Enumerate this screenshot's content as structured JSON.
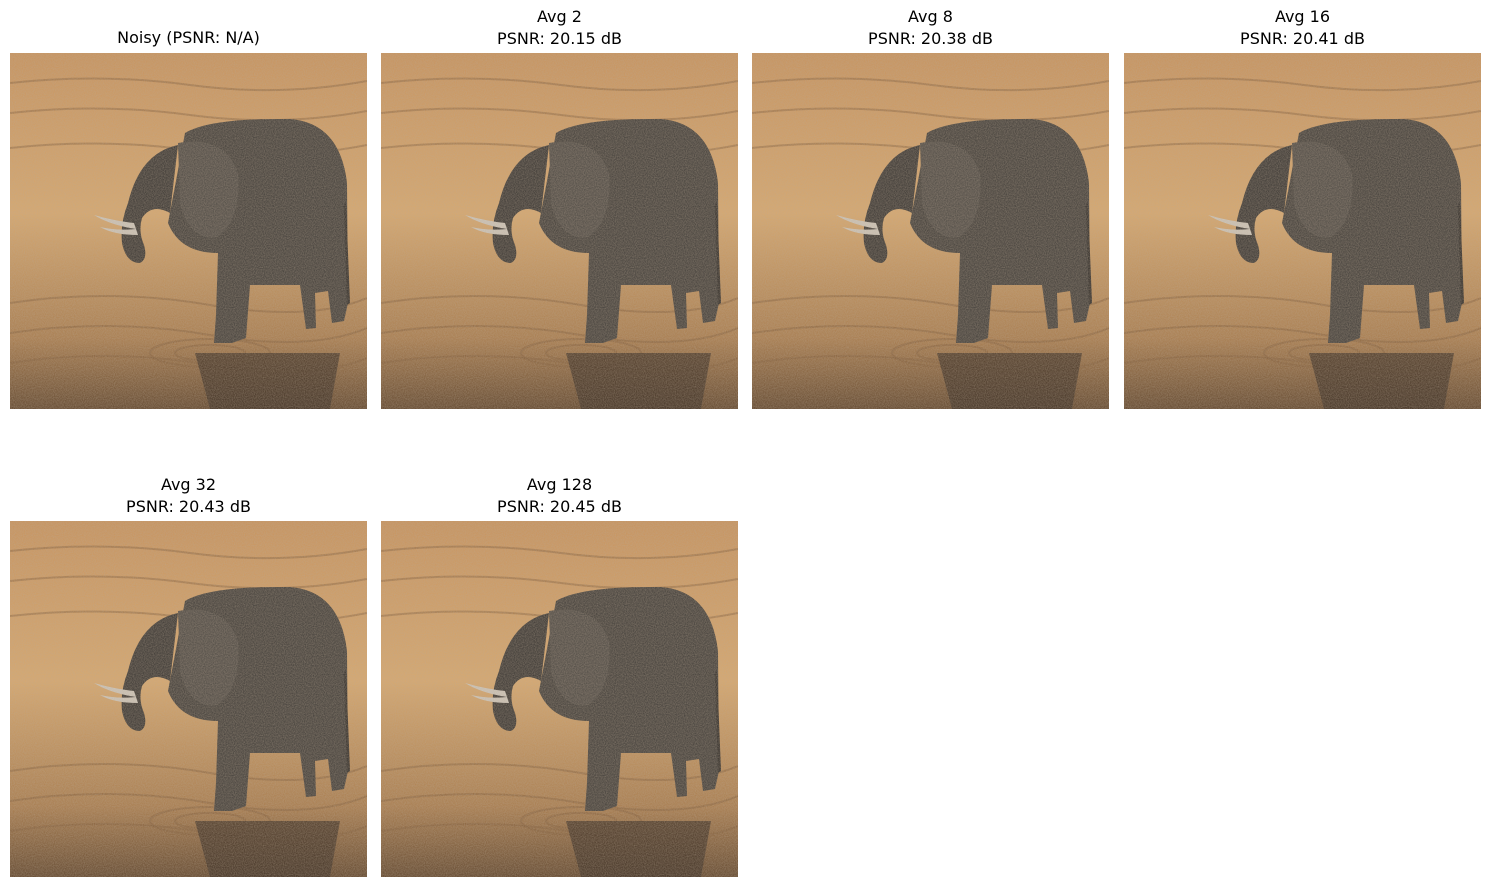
{
  "panels": [
    {
      "line1": "Noisy (PSNR: N/A)",
      "line2": ""
    },
    {
      "line1": "Avg 2",
      "line2": "PSNR: 20.15 dB"
    },
    {
      "line1": "Avg 8",
      "line2": "PSNR: 20.38 dB"
    },
    {
      "line1": "Avg 16",
      "line2": "PSNR: 20.41 dB"
    },
    {
      "line1": "Avg 32",
      "line2": "PSNR: 20.43 dB"
    },
    {
      "line1": "Avg 128",
      "line2": "PSNR: 20.45 dB"
    }
  ],
  "colors": {
    "sand_light": "#d9a86c",
    "sand_dark": "#8a6035",
    "water_dark": "#3a2a1c",
    "elephant": "#3d3a36",
    "elephant_shadow": "#2a2724",
    "tusk": "#cfc8bd"
  }
}
